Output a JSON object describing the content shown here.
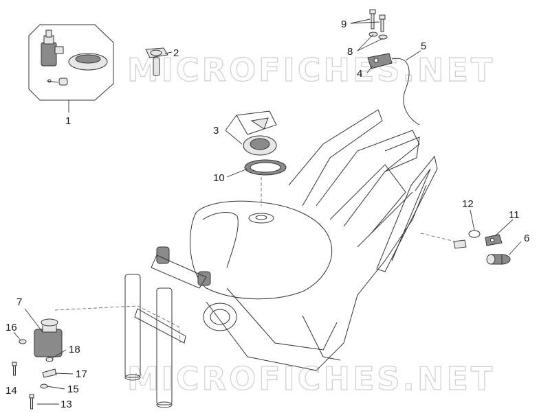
{
  "watermark": "MICROFICHES.NET",
  "callouts": [
    "1",
    "2",
    "3",
    "4",
    "5",
    "6",
    "7",
    "8",
    "9",
    "10",
    "11",
    "12",
    "13",
    "14",
    "15",
    "16",
    "17",
    "18"
  ]
}
